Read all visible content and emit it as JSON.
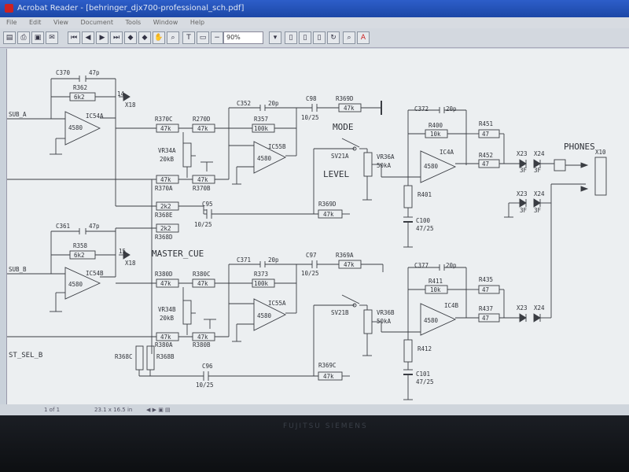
{
  "window": {
    "title": "Acrobat Reader - [behringer_djx700-professional_sch.pdf]",
    "menu": [
      "File",
      "Edit",
      "View",
      "Document",
      "Tools",
      "Window",
      "Help"
    ]
  },
  "toolbar": {
    "zoom": "90%"
  },
  "status": {
    "page": "1 of 1",
    "size": "23.1 x 16.5 in"
  },
  "bezel": {
    "brand": "FUJITSU SIEMENS"
  },
  "schematic": {
    "labels": {
      "in_a": "SUB_A",
      "in_b": "SUB_B",
      "bottom_left": "ST_SEL_B",
      "master_cue": "MASTER_CUE",
      "mode": "MODE",
      "level": "LEVEL",
      "phones": "PHONES"
    },
    "upper": {
      "c370": "C370",
      "c370v": "47p",
      "r362": "R362",
      "r362v": "6k2",
      "x18a": "X18",
      "x18a_pin": "14",
      "ic54a": "IC54A",
      "ic54a_t": "4580",
      "r370c": "R370C",
      "r370cv": "47k",
      "r270d": "R270D",
      "r270dv": "47k",
      "c352": "C352",
      "c352v": "20p",
      "r357": "R357",
      "r357v": "100k",
      "c98": "C98",
      "c98v": "10/25",
      "r369d": "R369D",
      "r369dv": "47k",
      "vr34a": "VR34A",
      "vr34a_v": "20kB",
      "ic55b": "IC55B",
      "ic55b_t": "4580",
      "r370a": "R370A",
      "r370av": "47k",
      "r370b": "R370B",
      "r370bv": "47k",
      "sv21a": "SV21A",
      "vr36a": "VR36A",
      "vr36a_v": "50kA",
      "c372": "C372",
      "c372v": "20p",
      "r400": "R400",
      "r400v": "10k",
      "r451": "R451",
      "r451v": "47",
      "ic4a": "IC4A",
      "ic4a_t": "4580",
      "r452": "R452",
      "r452v": "47",
      "r401": "R401",
      "c100": "C100",
      "c100v": "47/25",
      "x23a": "X23",
      "x24a": "X24",
      "x23b": "X23",
      "x24b": "X24",
      "bead1": "3F",
      "bead2": "3F",
      "bead3": "3F",
      "bead4": "3F",
      "x10": "X10",
      "r368e": "R368E",
      "r368ev": "2k2",
      "r368d": "R368D",
      "r368dv": "2k2",
      "c95": "C95",
      "c95v": "10/25",
      "r369d2": "R369D",
      "r369d2v": "47k"
    },
    "lower": {
      "c361": "C361",
      "c361v": "47p",
      "r358": "R358",
      "r358v": "6k2",
      "x18b": "X18",
      "x18b_pin": "15",
      "ic54b": "IC54B",
      "ic54b_t": "4580",
      "r380d": "R380D",
      "r380dv": "47k",
      "r380c": "R380C",
      "r380cv": "47k",
      "c371": "C371",
      "c371v": "20p",
      "r373": "R373",
      "r373v": "100k",
      "c97": "C97",
      "c97v": "10/25",
      "r369a": "R369A",
      "r369av": "47k",
      "vr34b": "VR34B",
      "vr34b_v": "20kB",
      "ic55a": "IC55A",
      "ic55a_t": "4580",
      "r380a": "R380A",
      "r380av": "47k",
      "r380b": "R380B",
      "r380bv": "47k",
      "sv21b": "SV21B",
      "vr36b": "VR36B",
      "vr36b_v": "50kA",
      "c377": "C377",
      "c377v": "20p",
      "r411": "R411",
      "r411v": "10k",
      "r435": "R435",
      "r435v": "47",
      "ic4b": "IC4B",
      "ic4b_t": "4580",
      "r437": "R437",
      "r437v": "47",
      "r412": "R412",
      "c101": "C101",
      "c101v": "47/25",
      "x23c": "X23",
      "x24c": "X24",
      "r368c": "R368C",
      "r368b": "R368B",
      "c96": "C96",
      "c96v": "10/25",
      "r369c": "R369C",
      "r369cv": "47k"
    }
  }
}
